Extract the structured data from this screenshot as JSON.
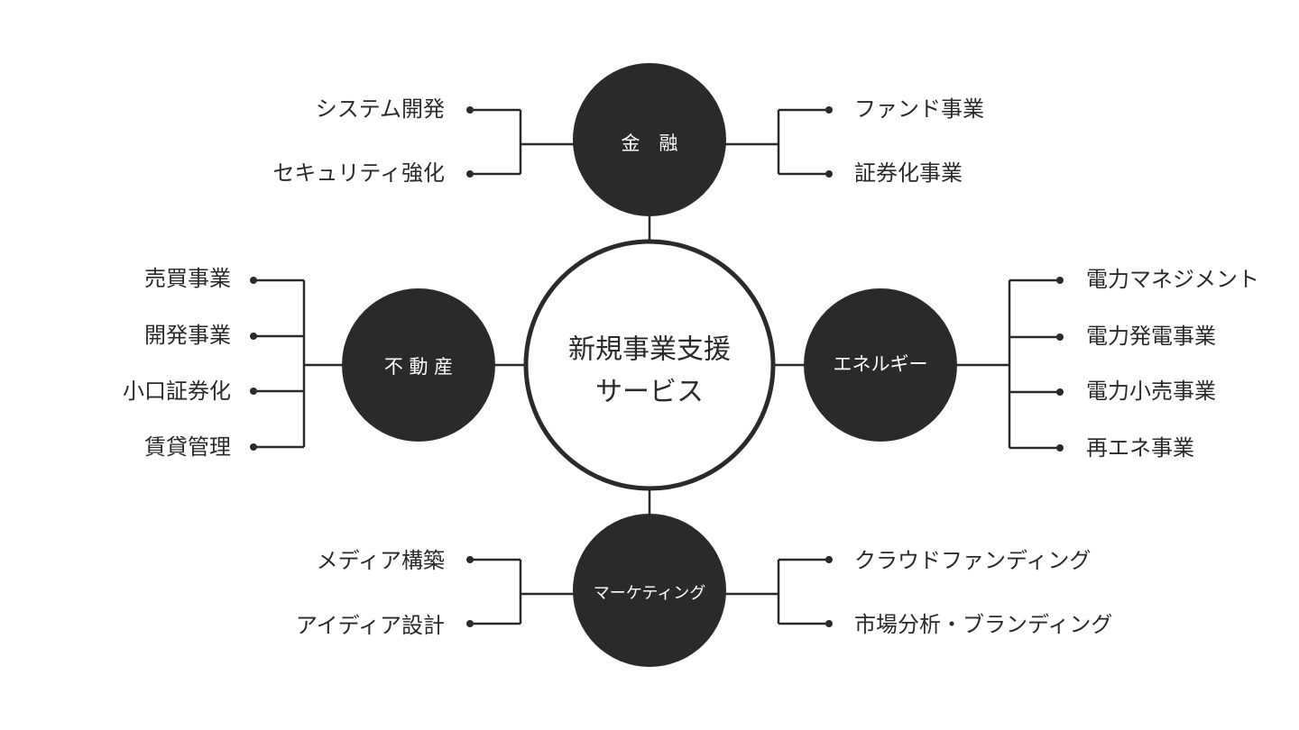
{
  "hub": {
    "line1": "新規事業支援",
    "line2": "サービス"
  },
  "colors": {
    "dark": "#2b2a2b",
    "background": "#ffffff",
    "node_text": "#ffffff"
  },
  "nodes": {
    "finance": {
      "label": "金　融",
      "left_items": [
        "システム開発",
        "セキュリティ強化"
      ],
      "right_items": [
        "ファンド事業",
        "証券化事業"
      ]
    },
    "real_estate": {
      "label": "不 動 産",
      "items": [
        "売買事業",
        "開発事業",
        "小口証券化",
        "賃貸管理"
      ]
    },
    "energy": {
      "label": "エネルギー",
      "items": [
        "電力マネジメント",
        "電力発電事業",
        "電力小売事業",
        "再エネ事業"
      ]
    },
    "marketing": {
      "label": "マーケティング",
      "left_items": [
        "メディア構築",
        "アイディア設計"
      ],
      "right_items": [
        "クラウドファンディング",
        "市場分析・ブランディング"
      ]
    }
  }
}
